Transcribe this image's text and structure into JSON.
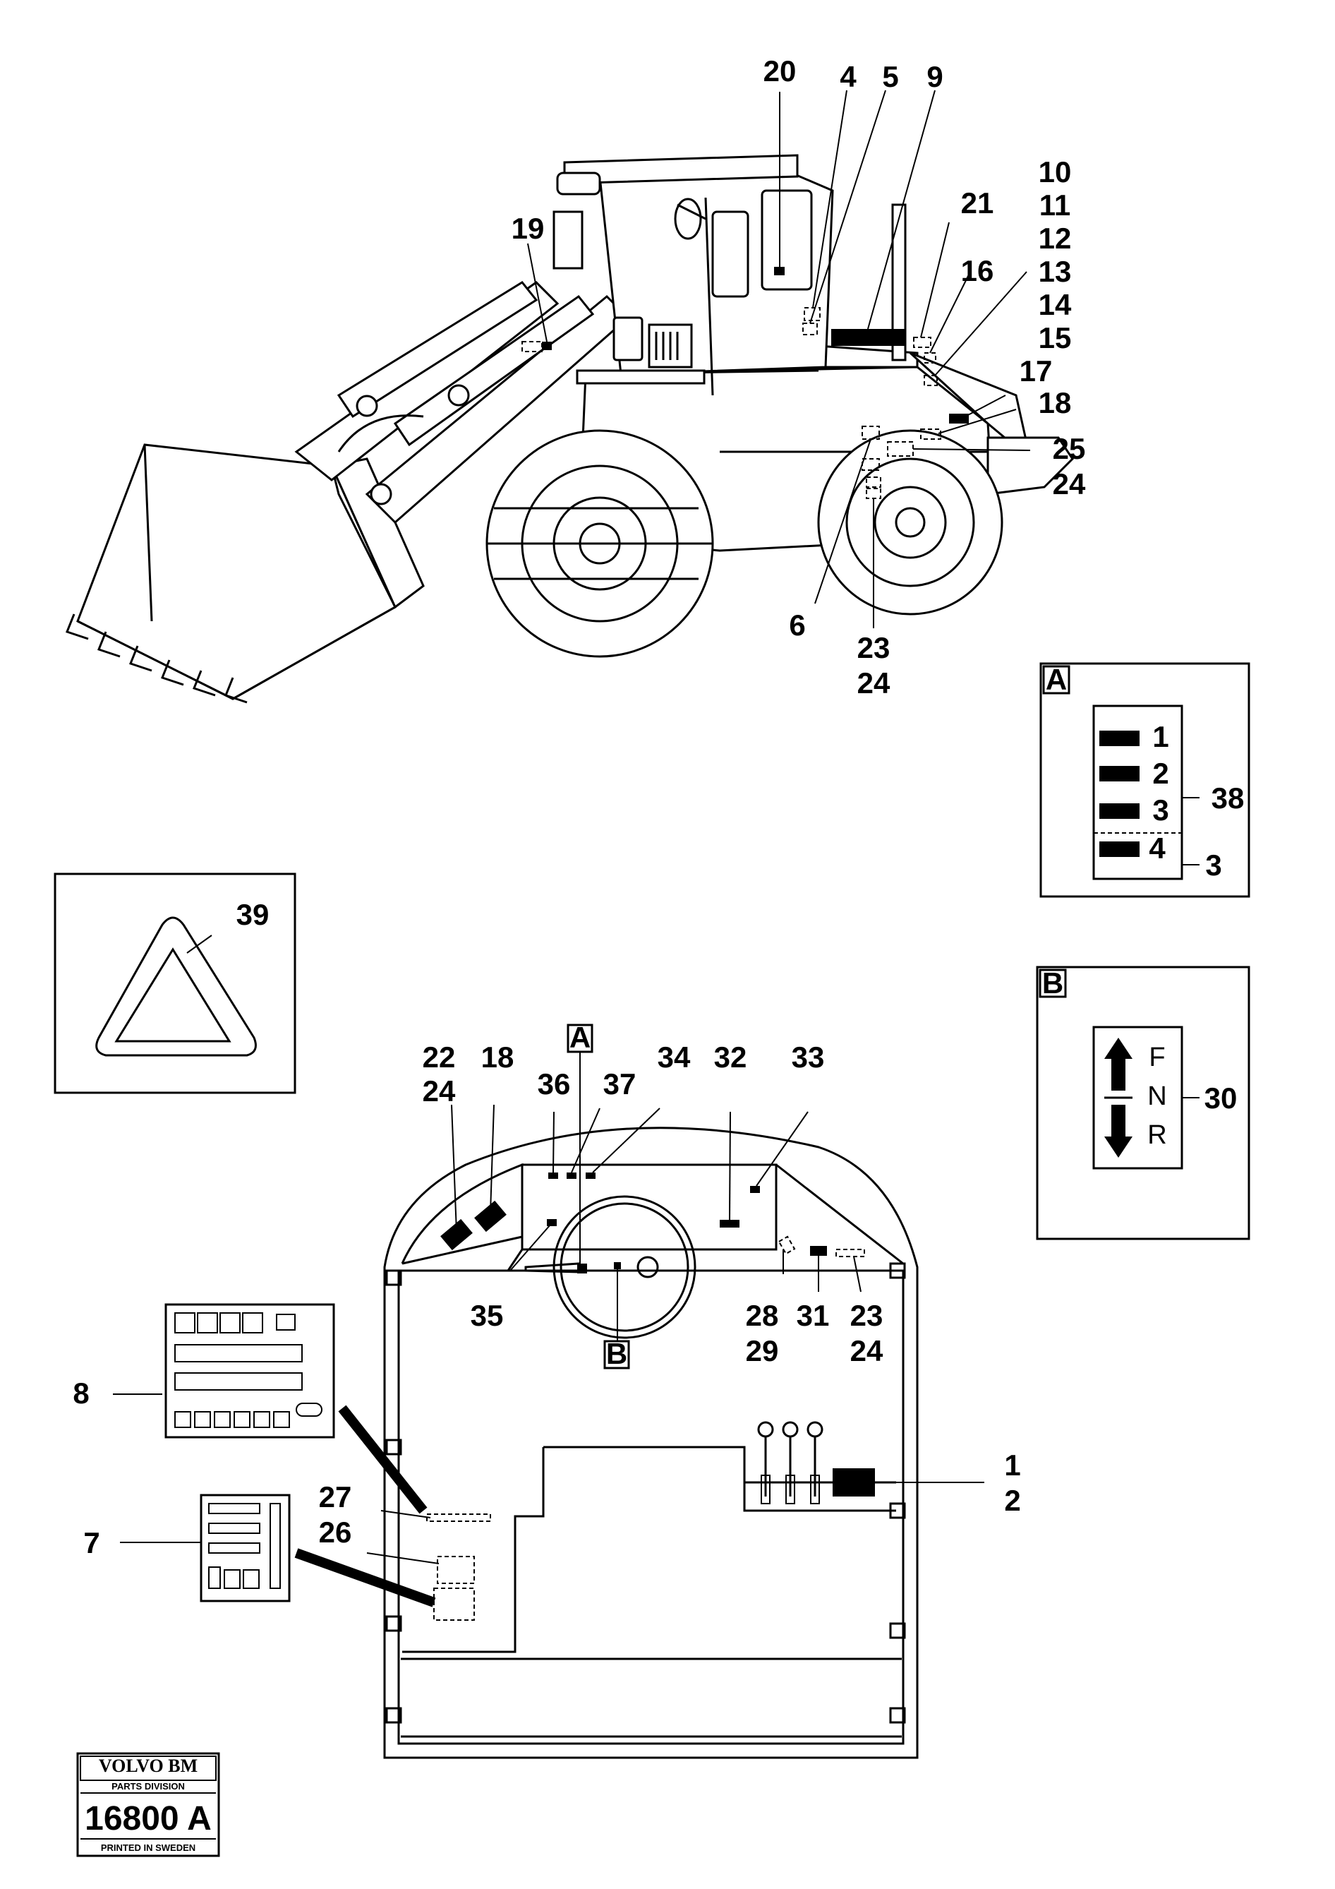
{
  "machine_labels": {
    "l20": "20",
    "l4": "4",
    "l5": "5",
    "l9": "9",
    "l10": "10",
    "l11": "11",
    "l12": "12",
    "l13": "13",
    "l14": "14",
    "l15": "15",
    "l21": "21",
    "l16": "16",
    "l19": "19",
    "l17": "17",
    "l18": "18",
    "l25": "25",
    "l24a": "24",
    "l6": "6",
    "l23": "23",
    "l24b": "24"
  },
  "inset_a": {
    "tag": "A",
    "rows": [
      "1",
      "2",
      "3",
      "4"
    ],
    "callout_upper": "38",
    "callout_lower": "3"
  },
  "inset_b": {
    "tag": "B",
    "forward": "F",
    "neutral": "N",
    "reverse": "R",
    "callout": "30"
  },
  "inset_triangle": {
    "callout": "39"
  },
  "cab_labels": {
    "l22": "22",
    "l24a": "24",
    "l18": "18",
    "tagA": "A",
    "l36": "36",
    "l37": "37",
    "l34": "34",
    "l32": "32",
    "l33": "33",
    "l35": "35",
    "tagB": "B",
    "l28": "28",
    "l29": "29",
    "l31": "31",
    "l23": "23",
    "l24b": "24",
    "l8": "8",
    "l7": "7",
    "l27": "27",
    "l26": "26",
    "l1": "1",
    "l2": "2"
  },
  "stamp": {
    "brand": "VOLVO BM",
    "division": "PARTS DIVISION",
    "number": "16800 A",
    "printed": "PRINTED IN SWEDEN"
  }
}
